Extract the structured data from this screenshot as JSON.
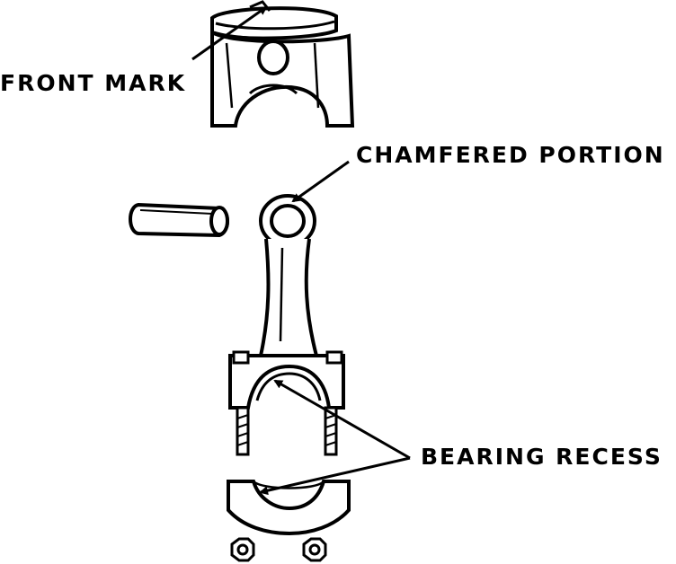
{
  "labels": {
    "front_mark": "FRONT MARK",
    "chamfered_portion": "CHAMFERED PORTION",
    "bearing_recess": "BEARING RECESS"
  },
  "colors": {
    "ink": "#000000",
    "paper": "#ffffff",
    "shade": "#d9d9d9"
  }
}
